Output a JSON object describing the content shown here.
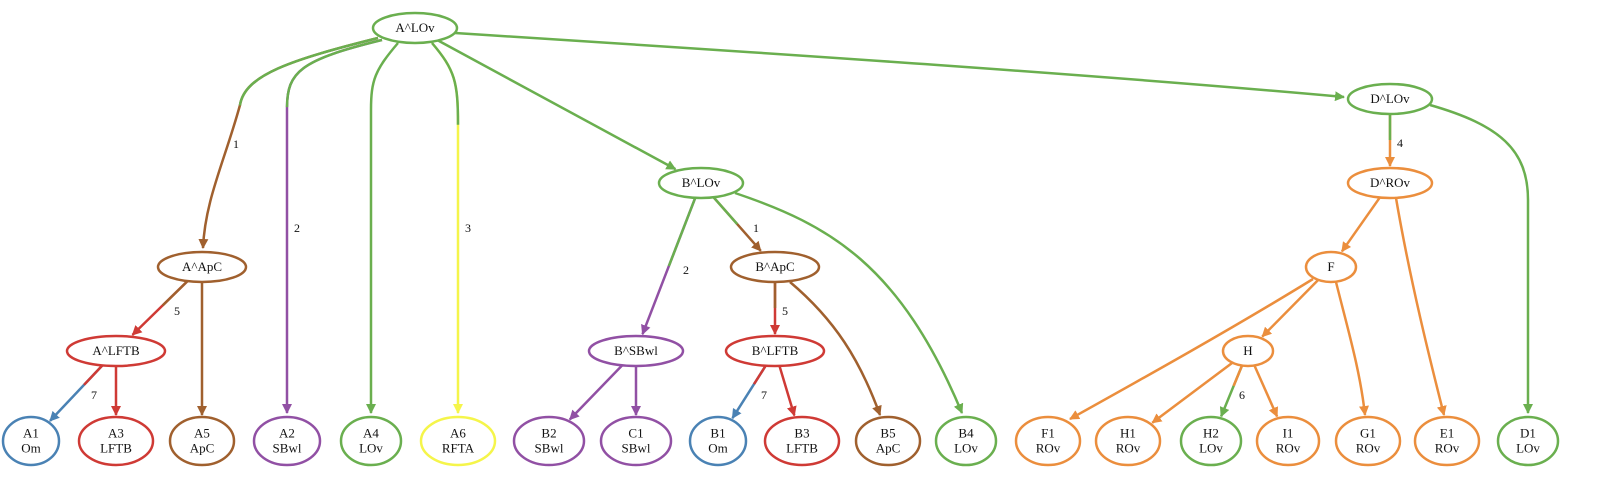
{
  "colors": {
    "green": "#6aaf4f",
    "brown": "#a0602e",
    "purple": "#9150a4",
    "yellow": "#f5f54a",
    "red": "#cf3a35",
    "blue": "#4a82b4",
    "orange": "#eb8e3d"
  },
  "nodes": [
    {
      "id": "A^LOv",
      "lines": [
        "A^LOv"
      ],
      "color": "green"
    },
    {
      "id": "D^LOv",
      "lines": [
        "D^LOv"
      ],
      "color": "green"
    },
    {
      "id": "B^LOv",
      "lines": [
        "B^LOv"
      ],
      "color": "green"
    },
    {
      "id": "D^ROv",
      "lines": [
        "D^ROv"
      ],
      "color": "orange"
    },
    {
      "id": "A^ApC",
      "lines": [
        "A^ApC"
      ],
      "color": "brown"
    },
    {
      "id": "B^ApC",
      "lines": [
        "B^ApC"
      ],
      "color": "brown"
    },
    {
      "id": "F",
      "lines": [
        "F"
      ],
      "color": "orange"
    },
    {
      "id": "A^LFTB",
      "lines": [
        "A^LFTB"
      ],
      "color": "red"
    },
    {
      "id": "B^SBwl",
      "lines": [
        "B^SBwl"
      ],
      "color": "purple"
    },
    {
      "id": "B^LFTB",
      "lines": [
        "B^LFTB"
      ],
      "color": "red"
    },
    {
      "id": "H",
      "lines": [
        "H"
      ],
      "color": "orange"
    },
    {
      "id": "A1",
      "lines": [
        "A1",
        "Om"
      ],
      "color": "blue"
    },
    {
      "id": "A3",
      "lines": [
        "A3",
        "LFTB"
      ],
      "color": "red"
    },
    {
      "id": "A5",
      "lines": [
        "A5",
        "ApC"
      ],
      "color": "brown"
    },
    {
      "id": "A2",
      "lines": [
        "A2",
        "SBwl"
      ],
      "color": "purple"
    },
    {
      "id": "A4",
      "lines": [
        "A4",
        "LOv"
      ],
      "color": "green"
    },
    {
      "id": "A6",
      "lines": [
        "A6",
        "RFTA"
      ],
      "color": "yellow"
    },
    {
      "id": "B2",
      "lines": [
        "B2",
        "SBwl"
      ],
      "color": "purple"
    },
    {
      "id": "C1",
      "lines": [
        "C1",
        "SBwl"
      ],
      "color": "purple"
    },
    {
      "id": "B1",
      "lines": [
        "B1",
        "Om"
      ],
      "color": "blue"
    },
    {
      "id": "B3",
      "lines": [
        "B3",
        "LFTB"
      ],
      "color": "red"
    },
    {
      "id": "B5",
      "lines": [
        "B5",
        "ApC"
      ],
      "color": "brown"
    },
    {
      "id": "B4",
      "lines": [
        "B4",
        "LOv"
      ],
      "color": "green"
    },
    {
      "id": "F1",
      "lines": [
        "F1",
        "ROv"
      ],
      "color": "orange"
    },
    {
      "id": "H1",
      "lines": [
        "H1",
        "ROv"
      ],
      "color": "orange"
    },
    {
      "id": "H2",
      "lines": [
        "H2",
        "LOv"
      ],
      "color": "green"
    },
    {
      "id": "I1",
      "lines": [
        "I1",
        "ROv"
      ],
      "color": "orange"
    },
    {
      "id": "G1",
      "lines": [
        "G1",
        "ROv"
      ],
      "color": "orange"
    },
    {
      "id": "E1",
      "lines": [
        "E1",
        "ROv"
      ],
      "color": "orange"
    },
    {
      "id": "D1",
      "lines": [
        "D1",
        "LOv"
      ],
      "color": "green"
    }
  ],
  "edges": [
    {
      "from": "A^LOv",
      "to": "A^ApC",
      "color": "brown",
      "split": "green",
      "label": "1"
    },
    {
      "from": "A^LOv",
      "to": "A2",
      "color": "purple",
      "split": "green",
      "label": "2"
    },
    {
      "from": "A^LOv",
      "to": "A4",
      "color": "green",
      "label": ""
    },
    {
      "from": "A^LOv",
      "to": "A6",
      "color": "yellow",
      "split": "green",
      "label": "3"
    },
    {
      "from": "A^LOv",
      "to": "B^LOv",
      "color": "green",
      "label": ""
    },
    {
      "from": "A^LOv",
      "to": "D^LOv",
      "color": "green",
      "label": ""
    },
    {
      "from": "A^ApC",
      "to": "A^LFTB",
      "color": "red",
      "split": "brown",
      "label": "5"
    },
    {
      "from": "A^ApC",
      "to": "A5",
      "color": "brown",
      "label": ""
    },
    {
      "from": "A^LFTB",
      "to": "A1",
      "color": "blue",
      "split": "red",
      "label": "7"
    },
    {
      "from": "A^LFTB",
      "to": "A3",
      "color": "red",
      "label": ""
    },
    {
      "from": "B^LOv",
      "to": "B^SBwl",
      "color": "purple",
      "split": "green",
      "label": "2"
    },
    {
      "from": "B^LOv",
      "to": "B^ApC",
      "color": "brown",
      "split": "green",
      "label": "1"
    },
    {
      "from": "B^LOv",
      "to": "B4",
      "color": "green",
      "label": ""
    },
    {
      "from": "B^SBwl",
      "to": "B2",
      "color": "purple",
      "label": ""
    },
    {
      "from": "B^SBwl",
      "to": "C1",
      "color": "purple",
      "label": ""
    },
    {
      "from": "B^ApC",
      "to": "B^LFTB",
      "color": "red",
      "split": "brown",
      "label": "5"
    },
    {
      "from": "B^ApC",
      "to": "B5",
      "color": "brown",
      "label": ""
    },
    {
      "from": "B^LFTB",
      "to": "B1",
      "color": "blue",
      "split": "red",
      "label": "7"
    },
    {
      "from": "B^LFTB",
      "to": "B3",
      "color": "red",
      "label": ""
    },
    {
      "from": "D^LOv",
      "to": "D^ROv",
      "color": "orange",
      "split": "green",
      "label": "4"
    },
    {
      "from": "D^LOv",
      "to": "D1",
      "color": "green",
      "label": ""
    },
    {
      "from": "D^ROv",
      "to": "F",
      "color": "orange",
      "label": ""
    },
    {
      "from": "D^ROv",
      "to": "E1",
      "color": "orange",
      "label": ""
    },
    {
      "from": "F",
      "to": "F1",
      "color": "orange",
      "label": ""
    },
    {
      "from": "F",
      "to": "H",
      "color": "orange",
      "label": ""
    },
    {
      "from": "F",
      "to": "G1",
      "color": "orange",
      "label": ""
    },
    {
      "from": "H",
      "to": "H1",
      "color": "orange",
      "label": ""
    },
    {
      "from": "H",
      "to": "H2",
      "color": "green",
      "split": "orange",
      "label": "6"
    },
    {
      "from": "H",
      "to": "I1",
      "color": "orange",
      "label": ""
    }
  ]
}
